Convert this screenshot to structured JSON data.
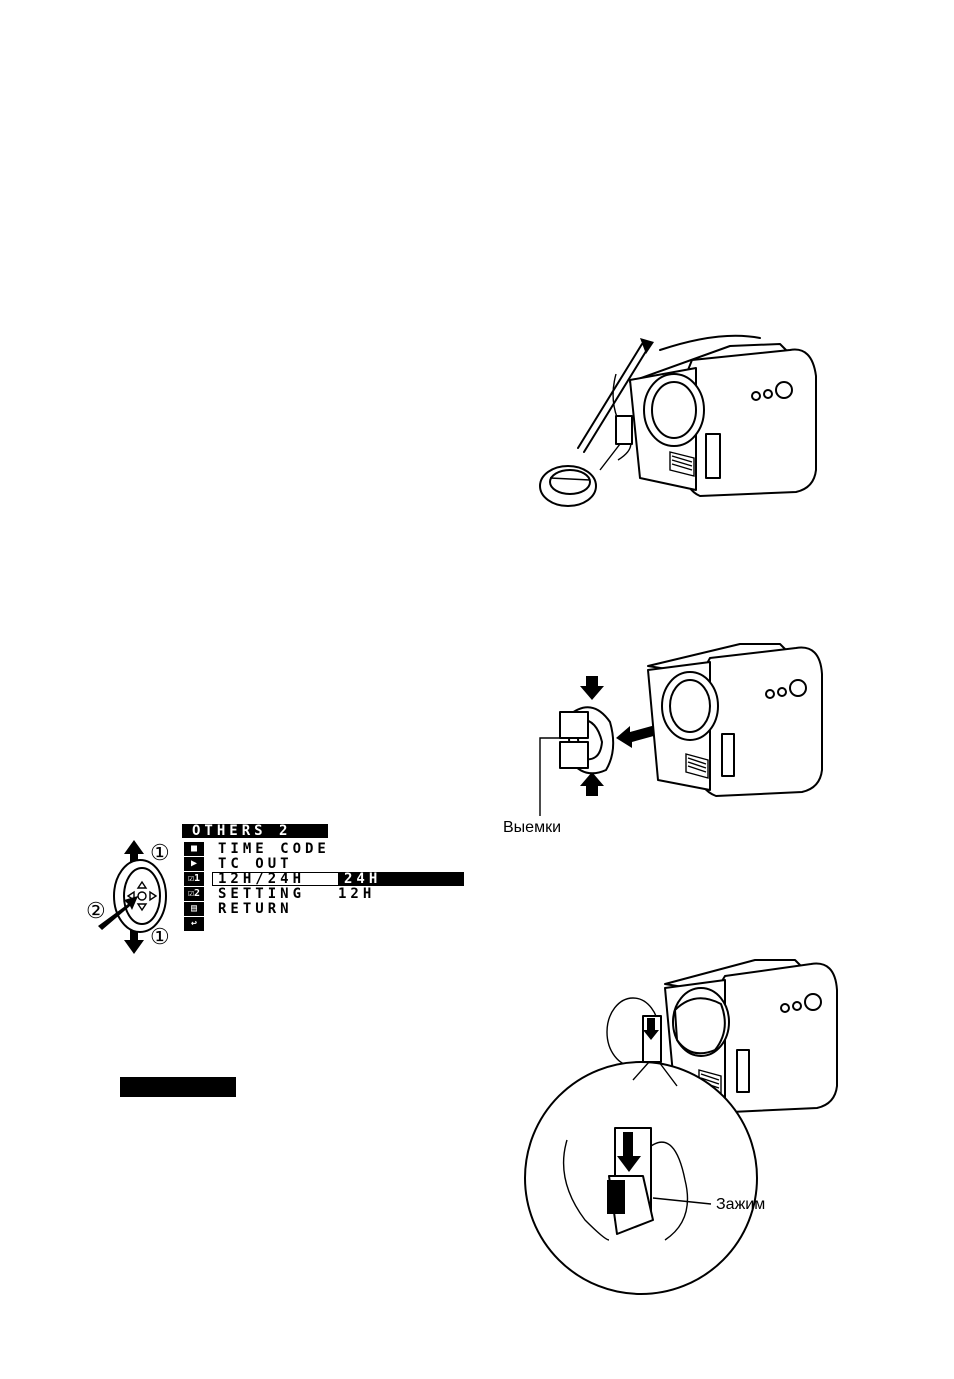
{
  "menu": {
    "title": "OTHERS 2",
    "items": [
      {
        "label": "TIME CODE",
        "value": ""
      },
      {
        "label": "TC OUT",
        "value": ""
      },
      {
        "label": "12H/24H",
        "value": "24H"
      },
      {
        "label": "SETTING",
        "value": "12H"
      },
      {
        "label": "RETURN",
        "value": ""
      }
    ],
    "side_icons": [
      "camera-icon",
      "playback-icon",
      "check1-icon",
      "check2-icon",
      "tape-icon",
      "return-icon"
    ]
  },
  "joystick": {
    "step_up": "①",
    "step_press": "②",
    "step_down": "①"
  },
  "captions": {
    "notches": "Выемки",
    "clip": "Зажим"
  }
}
